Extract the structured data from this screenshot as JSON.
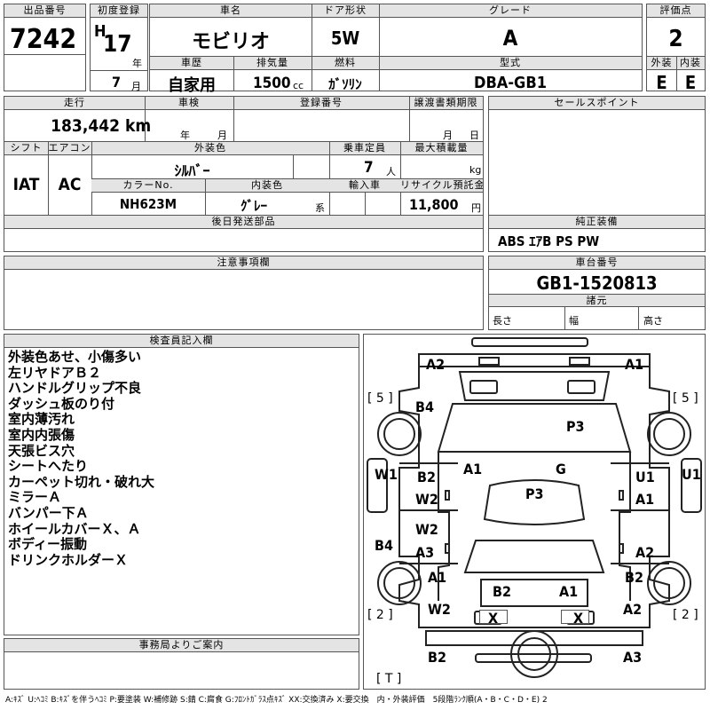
{
  "header": {
    "lot_label": "出品番号",
    "lot_number": "7242",
    "first_reg_label": "初度登録",
    "era": "H",
    "year": "17",
    "year_unit": "年",
    "month": "7",
    "month_unit": "月",
    "name_label": "車名",
    "car_name": "モビリオ",
    "doors_label": "ドア形状",
    "doors": "5W",
    "grade_label": "グレード",
    "grade": "A",
    "score_label": "評価点",
    "score": "2",
    "history_label": "車歴",
    "history": "自家用",
    "displacement_label": "排気量",
    "displacement": "1500",
    "displacement_unit": "cc",
    "fuel_label": "燃料",
    "fuel": "ｶﾞｿﾘﾝ",
    "model_label": "型式",
    "model": "DBA-GB1",
    "exterior_label": "外装",
    "exterior": "E",
    "interior_label": "内装",
    "interior": "E"
  },
  "details": {
    "mileage_label": "走行",
    "mileage": "183,442",
    "mileage_unit": "km",
    "inspection_label": "車検",
    "inspection_year_unit": "年",
    "inspection_month_unit": "月",
    "registration_label": "登録番号",
    "transfer_label": "譲渡書類期限",
    "transfer_month_unit": "月",
    "transfer_day_unit": "日",
    "shift_label": "シフト",
    "shift": "IAT",
    "ac_label": "エアコン",
    "ac": "AC",
    "ext_color_label": "外装色",
    "ext_color": "ｼﾙﾊﾞｰ",
    "capacity_label": "乗車定員",
    "capacity": "7",
    "capacity_unit": "人",
    "load_label": "最大積載量",
    "load_unit": "kg",
    "color_no_label": "カラーNo.",
    "color_no": "NH623M",
    "int_color_label": "内装色",
    "int_color": "ｸﾞﾚｰ",
    "int_color_unit": "系",
    "import_label": "輸入車",
    "recycle_label": "リサイクル預託金",
    "recycle": "11,800",
    "recycle_unit": "円",
    "later_parts_label": "後日発送部品",
    "notes_label": "注意事項欄"
  },
  "right_panel": {
    "sales_label": "セールスポイント",
    "equipment_label": "純正装備",
    "equipment": "ABS ｴｱB PS PW",
    "chassis_label": "車台番号",
    "chassis": "GB1-1520813",
    "specs_label": "諸元",
    "length_label": "長さ",
    "width_label": "幅",
    "height_label": "高さ"
  },
  "inspector": {
    "label": "検査員記入欄",
    "lines": [
      "外装色あせ、小傷多い",
      "左リヤドアＢ２",
      "ハンドルグリップ不良",
      "ダッシュ板のり付",
      "室内薄汚れ",
      "室内内張傷",
      "天張ビス穴",
      "シートへたり",
      "カーペット切れ・破れ大",
      "ミラーＡ",
      "バンパー下Ａ",
      "ホイールカバーＸ、Ａ",
      "ボディー振動",
      "ドリンクホルダーＸ"
    ]
  },
  "office": {
    "label": "事務局よりご案内"
  },
  "diagram": {
    "left_tire_mark": "[ 5 ]",
    "right_tire_mark": "[ 5 ]",
    "left_rear_tire_mark": "[ 2 ]",
    "right_rear_tire_mark": "[ 2 ]",
    "spare_mark": "[ T ]",
    "codes": [
      "A2",
      "A1",
      "B4",
      "P3",
      "A1",
      "G",
      "B2",
      "W1",
      "U1",
      "U1",
      "W2",
      "A1",
      "P3",
      "W2",
      "A3",
      "A2",
      "B4",
      "A1",
      "B2",
      "B2",
      "A1",
      "W2",
      "A2",
      "B2",
      "A3",
      "X",
      "X"
    ]
  },
  "legend": "A:ｷｽﾞ U:ﾍｺﾐ B:ｷｽﾞを伴うﾍｺﾐ P:要塗装 W:補修跡 S:錆 C:腐食 G:ﾌﾛﾝﾄｶﾞﾗｽ点ｷｽﾞ XX:交換済み X:要交換　内・外装評価　5段階ﾗﾝｸ順(A・B・C・D・E) 2"
}
